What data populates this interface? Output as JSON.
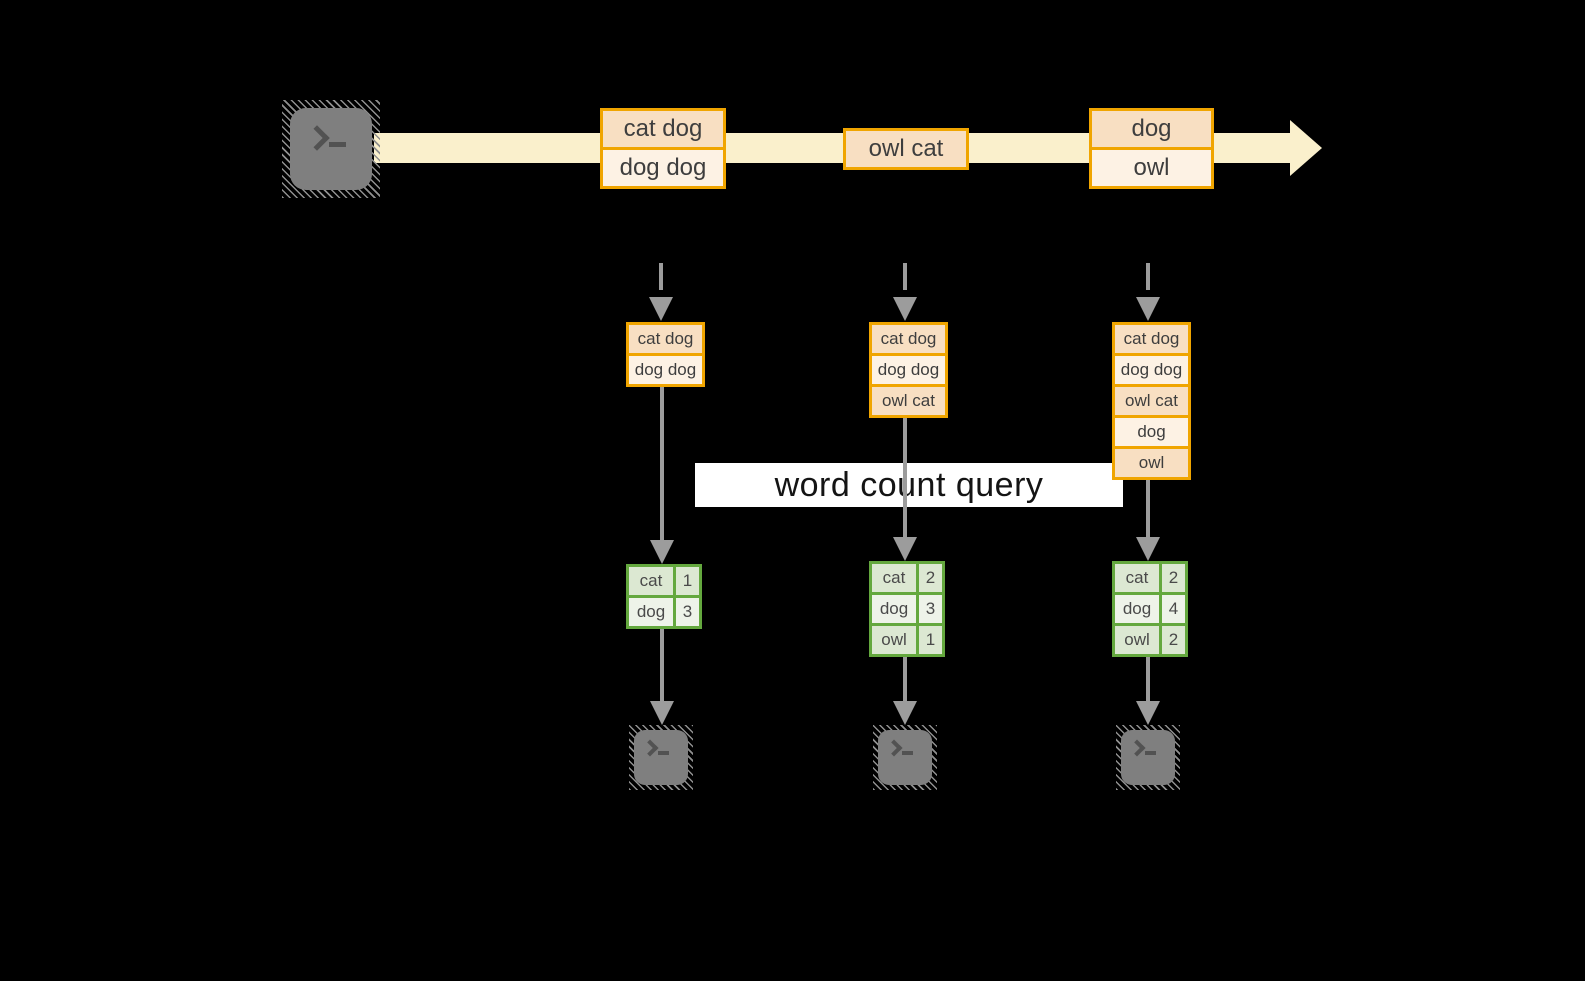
{
  "query": {
    "label": "word count query"
  },
  "stream": {
    "source_icon": "terminal-icon",
    "arrow_icon": "arrow-right-icon",
    "events": [
      {
        "lines": [
          "cat dog",
          "dog dog"
        ]
      },
      {
        "lines": [
          "owl cat"
        ]
      },
      {
        "lines": [
          "dog",
          "owl"
        ]
      }
    ]
  },
  "pipelines": [
    {
      "window": [
        "cat dog",
        "dog dog"
      ],
      "counts": [
        {
          "word": "cat",
          "count": "1"
        },
        {
          "word": "dog",
          "count": "3"
        }
      ],
      "sink_icon": "terminal-icon"
    },
    {
      "window": [
        "cat dog",
        "dog dog",
        "owl cat"
      ],
      "counts": [
        {
          "word": "cat",
          "count": "2"
        },
        {
          "word": "dog",
          "count": "3"
        },
        {
          "word": "owl",
          "count": "1"
        }
      ],
      "sink_icon": "terminal-icon"
    },
    {
      "window": [
        "cat dog",
        "dog dog",
        "owl cat",
        "dog",
        "owl"
      ],
      "counts": [
        {
          "word": "cat",
          "count": "2"
        },
        {
          "word": "dog",
          "count": "4"
        },
        {
          "word": "owl",
          "count": "2"
        }
      ],
      "sink_icon": "terminal-icon"
    }
  ],
  "colors": {
    "background": "#000000",
    "amber_border": "#F0A500",
    "event_row_dark": "#F8DFC2",
    "event_row_light": "#FDF2E4",
    "stream_arrow": "#FAF0CC",
    "green_border": "#64A83E",
    "count_row_dark": "#DCE8D2",
    "count_row_light": "#EEF3E9",
    "connector_gray": "#9C9C9C",
    "terminal_gray": "#7F7F7F",
    "query_band": "#FFFFFF"
  }
}
